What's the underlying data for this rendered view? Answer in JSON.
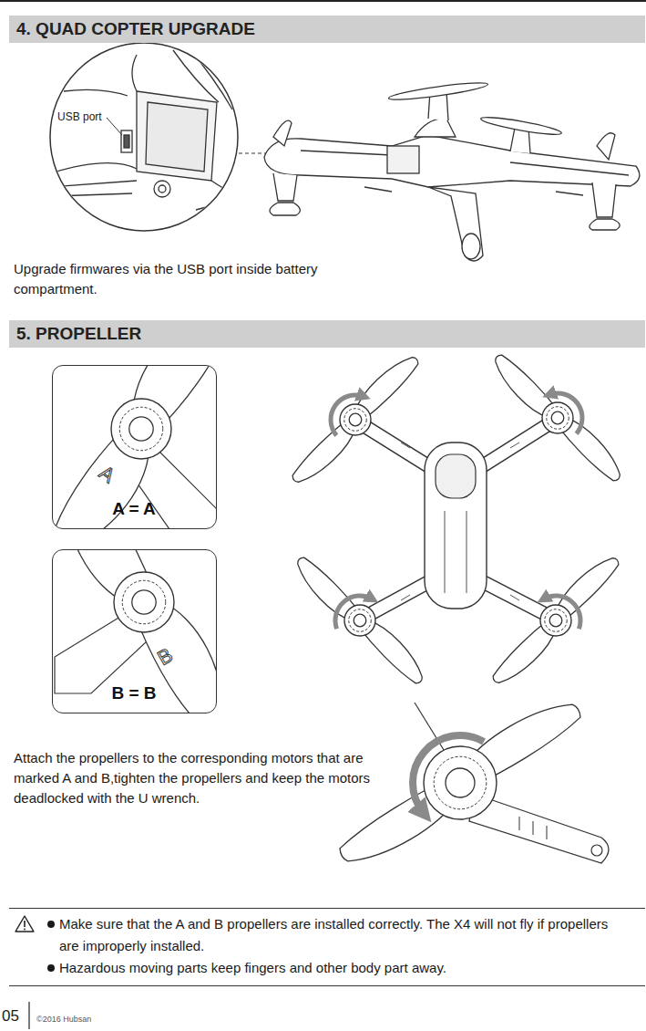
{
  "diagram": {
    "nodes": [
      {
        "text": [
          "4. QUAD COPTER UPGRADE"
        ]
      },
      {
        "text": [
          "5. PROPELLER"
        ]
      },
      {
        "text": [
          "A",
          "A = A"
        ]
      },
      {
        "text": [
          "B",
          "B = B"
        ]
      },
      {
        "text": [
          "Make sure that the A and B propellers are installed correctly. The X4 will not fly if propellers are improperly installed.",
          "Hazardous moving parts keep fingers and other body part away."
        ]
      }
    ],
    "labels": [
      "USB port",
      "Upgrade firmwares via the USB port inside battery compartment.",
      "Attach the propellers to the corresponding motors that are marked A and B,tighten the propellers and keep the motors deadlocked with the U wrench.",
      "05",
      "©2016 Hubsan"
    ]
  }
}
